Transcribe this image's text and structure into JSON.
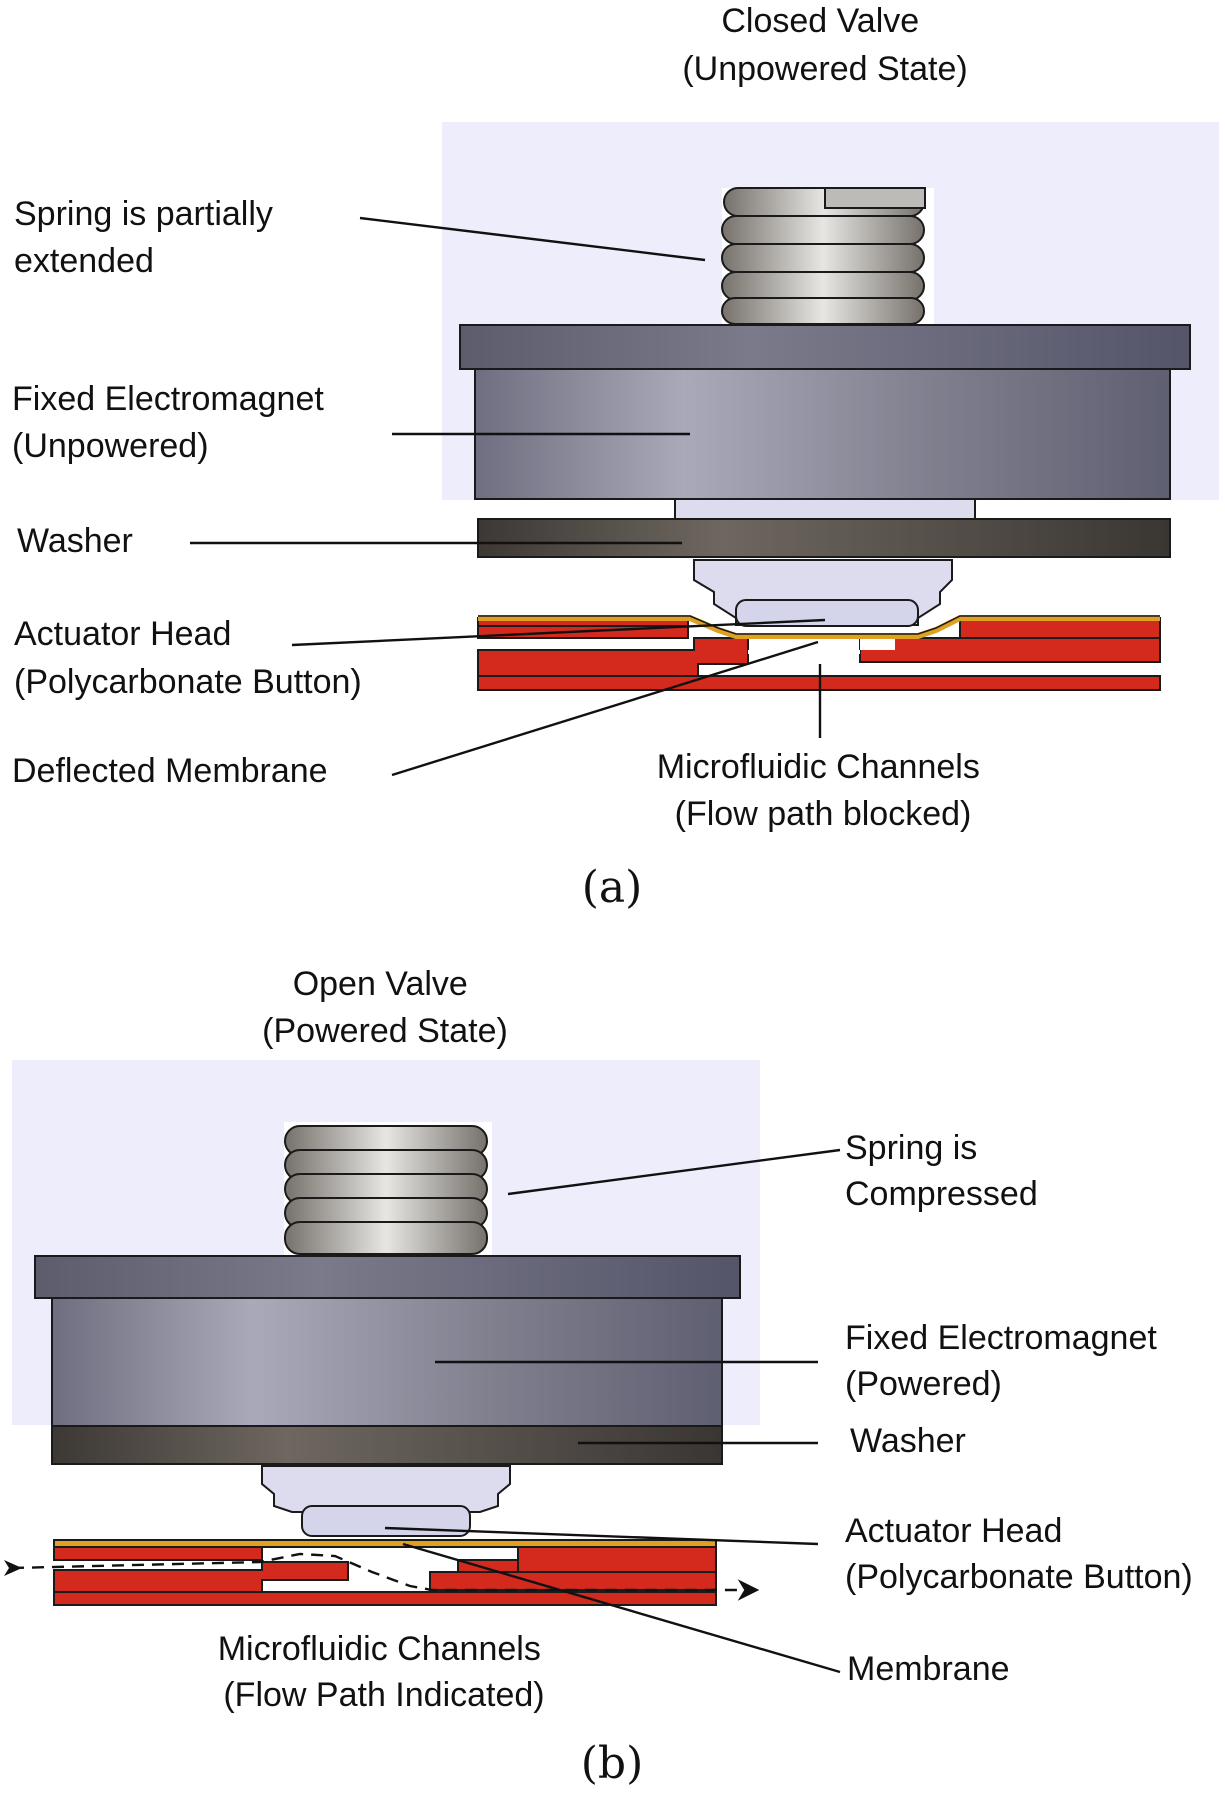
{
  "panel_a": {
    "title_line1": "Closed Valve",
    "title_line2": "(Unpowered State)",
    "spring_label_line1": "Spring is partially",
    "spring_label_line2": "extended",
    "magnet_label_line1": "Fixed Electromagnet",
    "magnet_label_line2": "(Unpowered)",
    "washer_label": "Washer",
    "head_label_line1": "Actuator Head",
    "head_label_line2": "(Polycarbonate Button)",
    "membrane_label": "Deflected Membrane",
    "channels_label_line1": "Microfluidic Channels",
    "channels_label_line2": "(Flow path blocked)",
    "caption": "(a)"
  },
  "panel_b": {
    "title_line1": "Open Valve",
    "title_line2": "(Powered State)",
    "spring_label_line1": "Spring is",
    "spring_label_line2": "Compressed",
    "magnet_label_line1": "Fixed Electromagnet",
    "magnet_label_line2": "(Powered)",
    "washer_label": "Washer",
    "head_label_line1": "Actuator Head",
    "head_label_line2": "(Polycarbonate Button)",
    "membrane_label": "Membrane",
    "channels_label_line1": "Microfluidic Channels",
    "channels_label_line2": "(Flow Path Indicated)",
    "caption": "(b)"
  },
  "colors": {
    "background_box": "#ededfb",
    "magnet_body": "#8a8a9e",
    "washer": "#4a4540",
    "actuator_head": "#d9d9ec",
    "channel_layer": "#d42a1e",
    "membrane": "#e0a020",
    "spring": "#a5a3a0"
  }
}
